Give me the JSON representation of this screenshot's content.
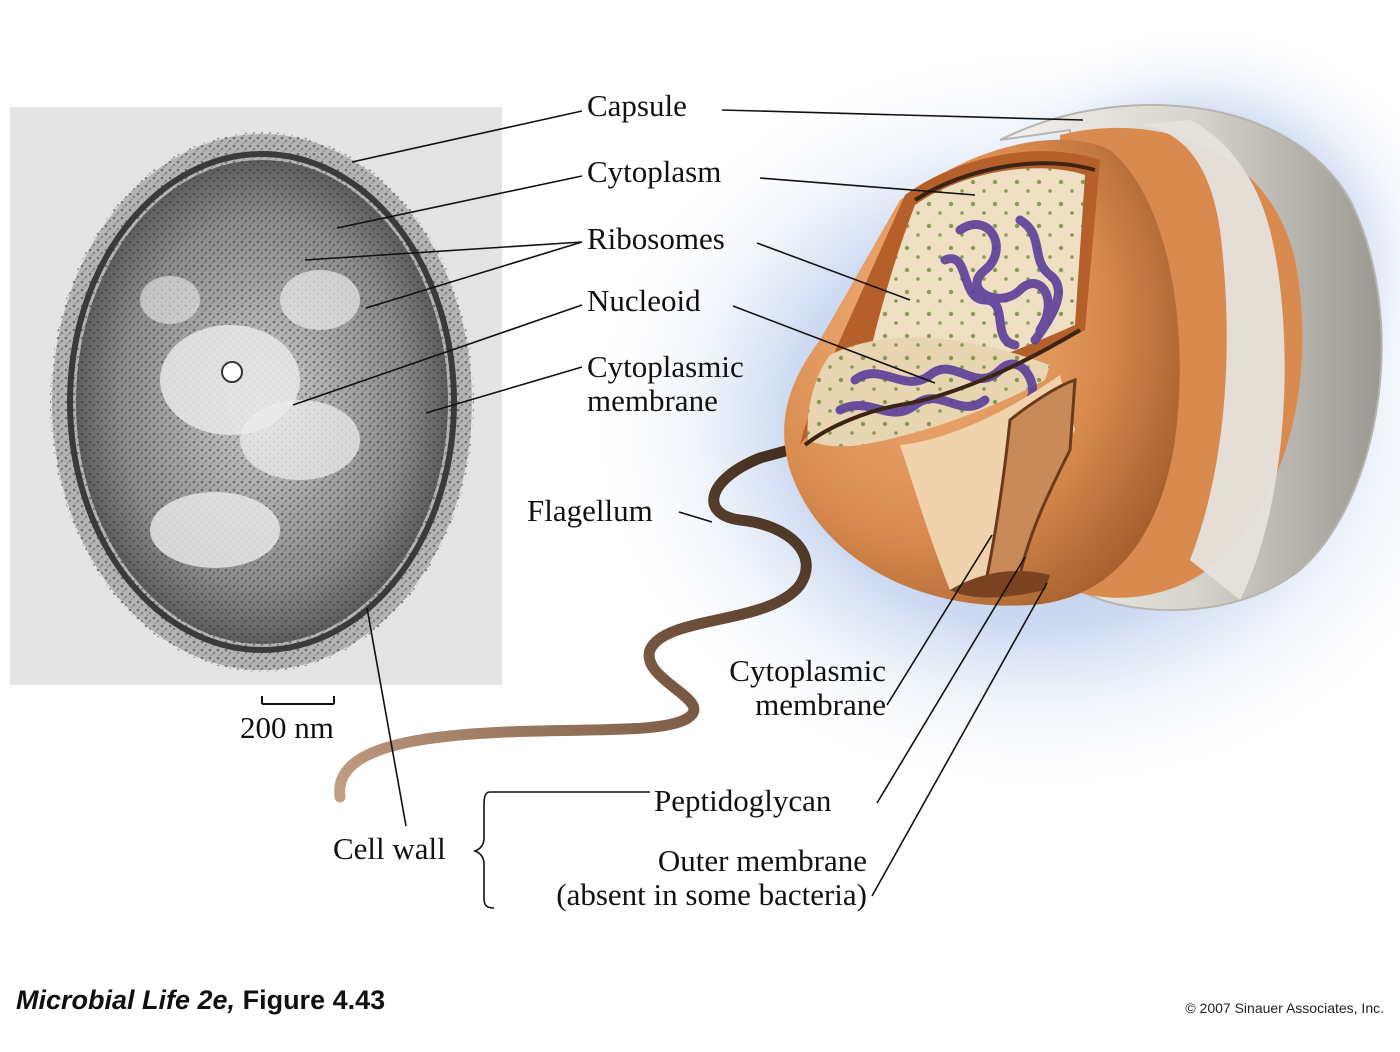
{
  "labels": {
    "capsule": "Capsule",
    "cytoplasm": "Cytoplasm",
    "ribosomes": "Ribosomes",
    "nucleoid": "Nucleoid",
    "cytoplasmic_membrane_top_line1": "Cytoplasmic",
    "cytoplasmic_membrane_top_line2": "membrane",
    "flagellum": "Flagellum",
    "scale_bar": "200 nm",
    "cytoplasmic_membrane_bottom_line1": "Cytoplasmic",
    "cytoplasmic_membrane_bottom_line2": "membrane",
    "peptidoglycan": "Peptidoglycan",
    "cell_wall": "Cell wall",
    "outer_membrane_line1": "Outer membrane",
    "outer_membrane_line2": "(absent in some bacteria)"
  },
  "caption": {
    "book": "Microbial Life 2e,",
    "figure": "Figure 4.43"
  },
  "copyright": "© 2007 Sinauer Associates, Inc.",
  "colors": {
    "background_glow": "#7f9fdc",
    "cell_body": "#d98b4f",
    "cell_wall_rim": "#b5602a",
    "capsule": "#e8e6e2",
    "cytoplasm": "#efe0c4",
    "nucleoid": "#5b3f9a",
    "flagellum": "#5a4030",
    "micrograph_bg": "#e6e6e6"
  }
}
